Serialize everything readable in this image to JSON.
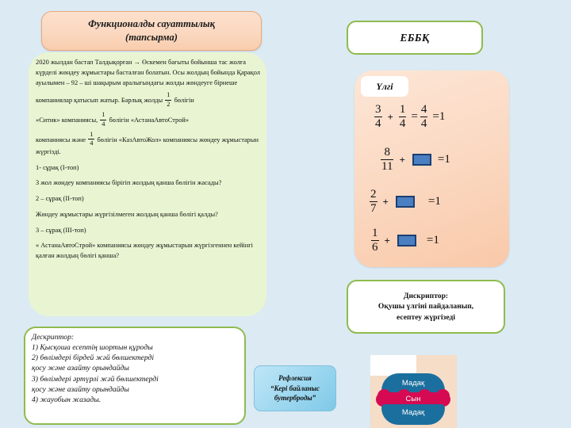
{
  "slide": {
    "background_color": "#dceaf3",
    "accent_green": "#8fbb4e",
    "accent_peach": "#f9cdae",
    "accent_blue": "#1b6f9e",
    "accent_pink": "#d60a52",
    "answer_box_color": "#4a7fc1"
  },
  "title": {
    "line1": "Функционалды сауаттылық",
    "line2": "(тапсырма)"
  },
  "task": {
    "intro": {
      "seg1": "2020 жылдан бастап Талдықорған",
      "arrow": "→",
      "seg2": "Өскемен бағыты бойынша тас жолға күрделі жөндеу жұмыстары басталған болатын. Осы жолдың бойында Қарақол ауылымен – 92 – ші шақырым аралығындағы жолды жөндеуге бірнеше"
    },
    "line_all_road": {
      "pre": "компаниялар қатысып жатыр. Барлық жолды",
      "frac_num": "1",
      "frac_den": "2",
      "post": "бөлігін"
    },
    "line_sitik": {
      "pre": "«Ситик» компаниясы,",
      "frac_num": "1",
      "frac_den": "4",
      "post": "бөлігін «АстанаАвтоСтрой»"
    },
    "line_kaz": {
      "pre": "компаниясы және",
      "frac_num": "1",
      "frac_den": "4",
      "post": "бөлігін «КазАвтоЖол» компаниясы"
    },
    "line_kaz2": "жөндеу жұмыстарын жүргізді.",
    "q1_header": "1- сұрақ  (I-топ)",
    "q1_text": "3 жол жөндеу компаниясы бірігіп жолдың қанша бөлігін жасады?",
    "q2_header": "2 – сұрақ  (II-топ)",
    "q2_text": "Жөндеу жұмыстары жүргізілмеген жолдың қанша бөлігі қалды?",
    "q3_header": "3 – сұрақ (III-топ)",
    "q3_text": "« АстанаАвтоСтрой» компаниясы жөндеу жұмыстарын жүргізгеннен кейінгі қалған жолдың бөлігі қанша?"
  },
  "descriptor_left": {
    "title": "Дескриптор:",
    "items": [
      "1) Қысқоша есептің шортын құроды",
      "2)  бөлімдері бірдей жәй бөлшектерді",
      "қосу және азайту орындайды",
      "3)  бөлімдері әртүрлі жәй бөлшектерді",
      "қосу және азайту орындайды",
      "4) жауобын жазады."
    ]
  },
  "ebbq": {
    "label": "ЕББҚ"
  },
  "math_panel": {
    "badge": "Үлгі",
    "equations": [
      {
        "id": "eq-example",
        "left_num": "3",
        "left_den": "4",
        "op": "+",
        "right_num": "1",
        "right_den": "4",
        "eq1": "=",
        "res_num": "4",
        "res_den": "4",
        "eq2": "=",
        "result": "1",
        "has_answer_box": false
      },
      {
        "id": "eq-1",
        "left_num": "8",
        "left_den": "11",
        "op": "+",
        "eq2": "=1",
        "has_answer_box": true
      },
      {
        "id": "eq-2",
        "left_num": "2",
        "left_den": "7",
        "op": "+",
        "eq2": "=1",
        "has_answer_box": true
      },
      {
        "id": "eq-3",
        "left_num": "1",
        "left_den": "6",
        "op": "+",
        "eq2": "=1",
        "has_answer_box": true
      }
    ]
  },
  "descriptor_right": {
    "line1": "Дискриптор:",
    "line2": "Оқушы үлгіні пайдаланып,",
    "line3": "есептеу жүргізеді"
  },
  "reflection": {
    "line1": "Рефлексия",
    "line2": "“Кері байланыс",
    "line3": "бутерброды”"
  },
  "burger": {
    "top_label": "Мадақ",
    "middle_label": "Сын",
    "bottom_label": "Мадақ"
  }
}
